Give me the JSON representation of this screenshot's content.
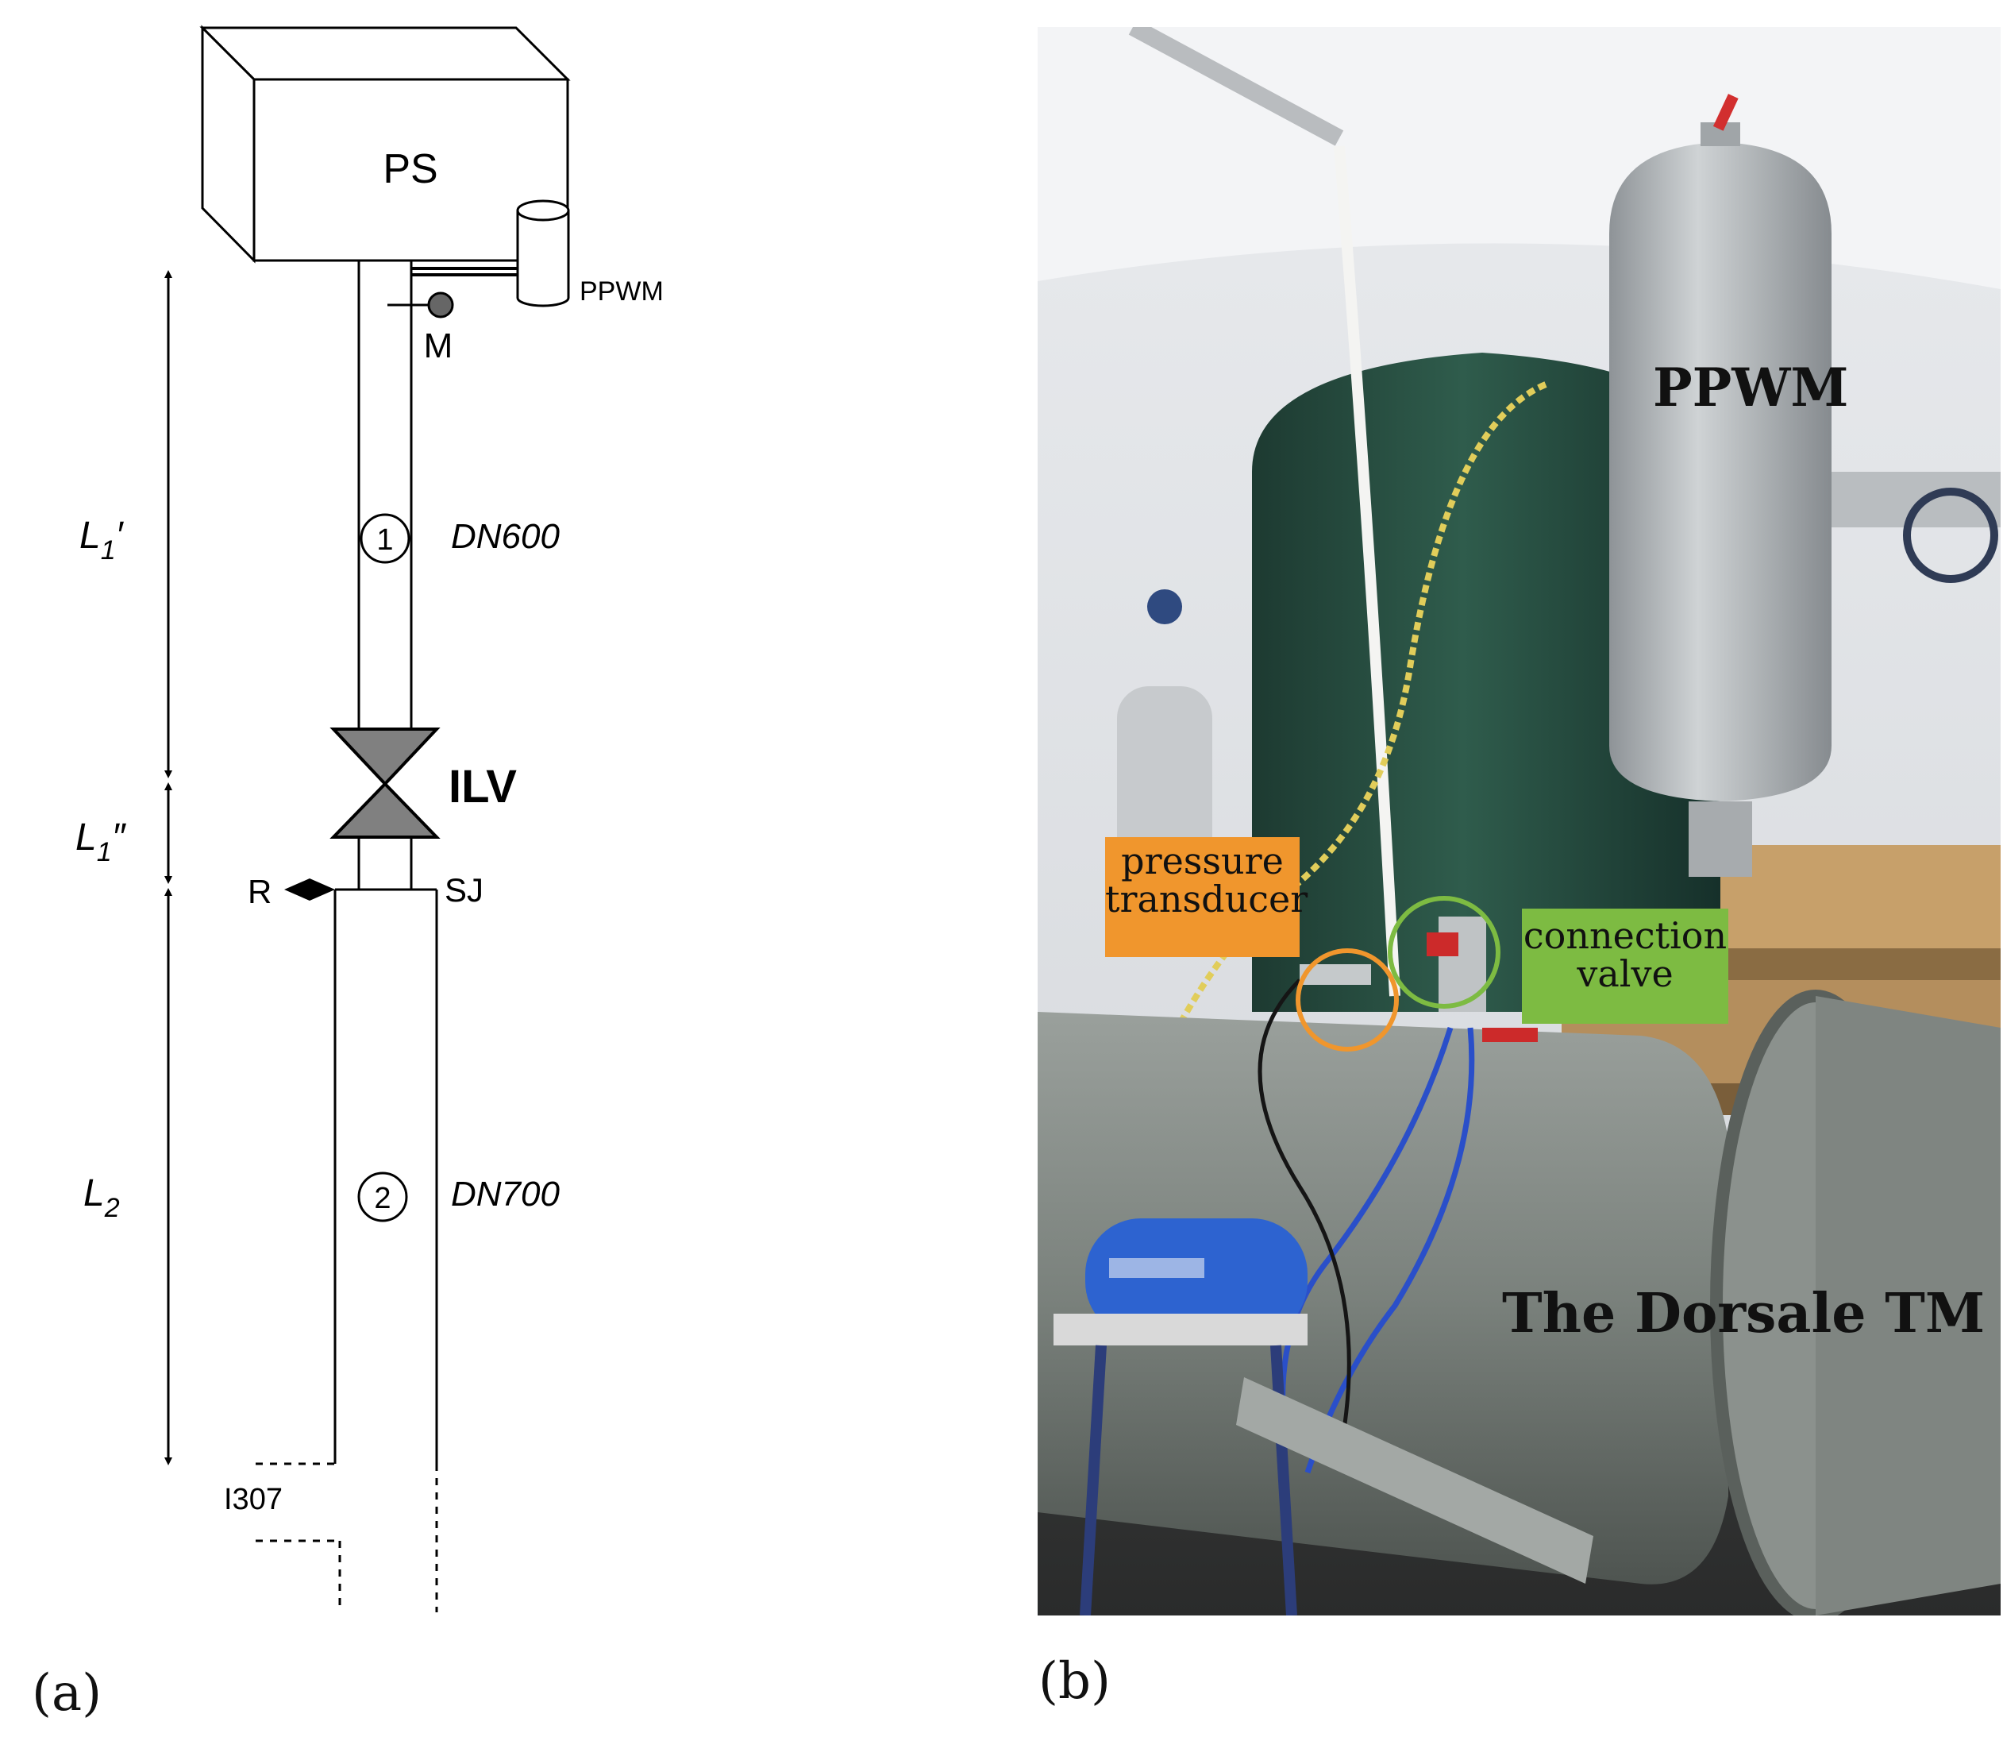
{
  "panel_a": {
    "label": "(a)",
    "tank_label": "PS",
    "surge_tank_label": "PPWM",
    "meter_label": "M",
    "length_upper": {
      "base": "L",
      "sub": "1",
      "prime": "′"
    },
    "length_middle": {
      "base": "L",
      "sub": "1",
      "prime": "″"
    },
    "length_lower": {
      "base": "L",
      "sub": "2",
      "prime": ""
    },
    "pipe1_number": "1",
    "pipe1_diameter": "DN600",
    "pipe2_number": "2",
    "pipe2_diameter": "DN700",
    "valve_label": "ILV",
    "relief_label": "R",
    "joint_label": "SJ",
    "node_label": "I307"
  },
  "panel_b": {
    "label": "(b)",
    "ppwm_label": "PPWM",
    "pressure_transducer_label": "pressure\ntransducer",
    "connection_valve_label": "connection\nvalve",
    "main_label": "The Dorsale TM",
    "colors": {
      "orange_tag": "#f0962d",
      "green_tag": "#7dbb42"
    }
  }
}
